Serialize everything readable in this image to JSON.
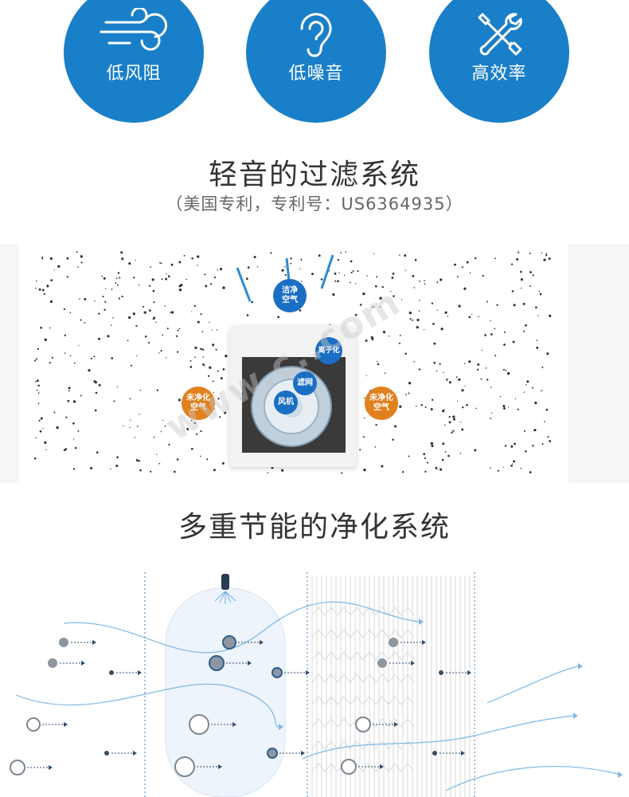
{
  "features": [
    {
      "label": "低风阻",
      "icon": "wind-icon"
    },
    {
      "label": "低噪音",
      "icon": "ear-icon"
    },
    {
      "label": "高效率",
      "icon": "tools-icon"
    }
  ],
  "section1": {
    "title": "轻音的过滤系统",
    "subtitle": "（美国专利，专利号：US6364935）"
  },
  "purifier": {
    "tags": {
      "clean_air": "洁净\n空气",
      "ionizer": "离子化",
      "filter": "滤网",
      "fan": "风机",
      "dirty_air_left": "未净化\n空气",
      "dirty_air_right": "未净化\n空气"
    }
  },
  "watermark": "www.c..com",
  "section2": {
    "title": "多重节能的净化系统"
  },
  "colors": {
    "brand_blue": "#1a7fc9",
    "orange": "#e0801e",
    "airflow_blue": "#5aa5d8"
  }
}
